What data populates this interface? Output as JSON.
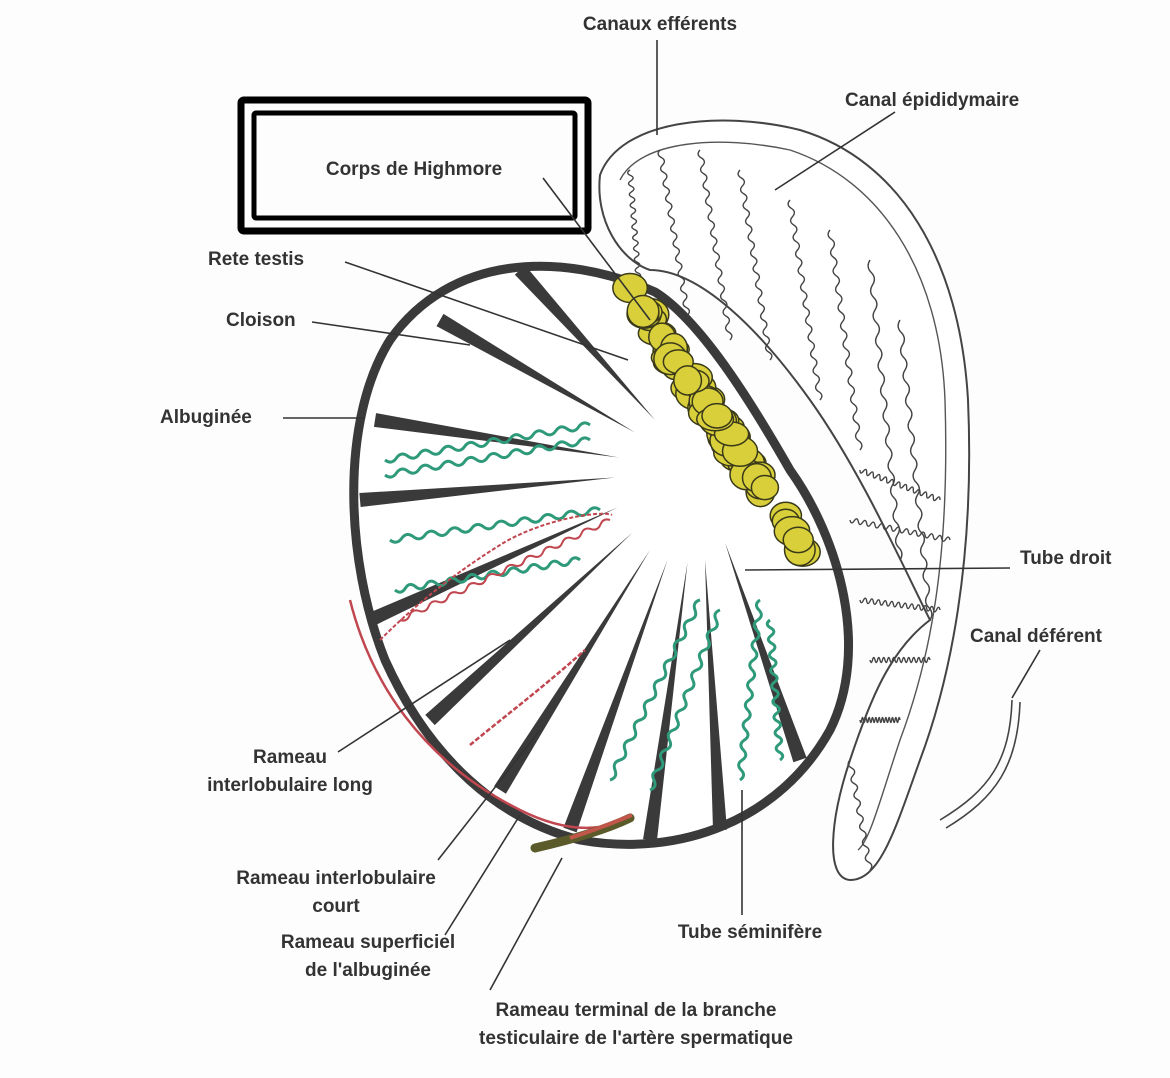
{
  "labels": {
    "canaux_efferents": "Canaux efférents",
    "canal_epididymaire": "Canal épididymaire",
    "corps_highmore": "Corps de Highmore",
    "rete_testis": "Rete testis",
    "cloison": "Cloison",
    "albuginee": "Albuginée",
    "tube_droit": "Tube droit",
    "canal_deferent": "Canal déférent",
    "rameau_long_1": "Rameau",
    "rameau_long_2": "interlobulaire long",
    "rameau_court_1": "Rameau interlobulaire",
    "rameau_court_2": "court",
    "rameau_superficiel_1": "Rameau superficiel",
    "rameau_superficiel_2": "de l'albuginée",
    "tube_seminifere": "Tube séminifère",
    "rameau_terminal_1": "Rameau terminal de la branche",
    "rameau_terminal_2": "testiculaire de l'artère spermatique"
  },
  "colors": {
    "outline": "#3a3a3a",
    "rete": "#d9cf3a",
    "tubule": "#2f9a7a",
    "artery": "#c0474f",
    "artery_trunk": "#5a5a2a"
  }
}
